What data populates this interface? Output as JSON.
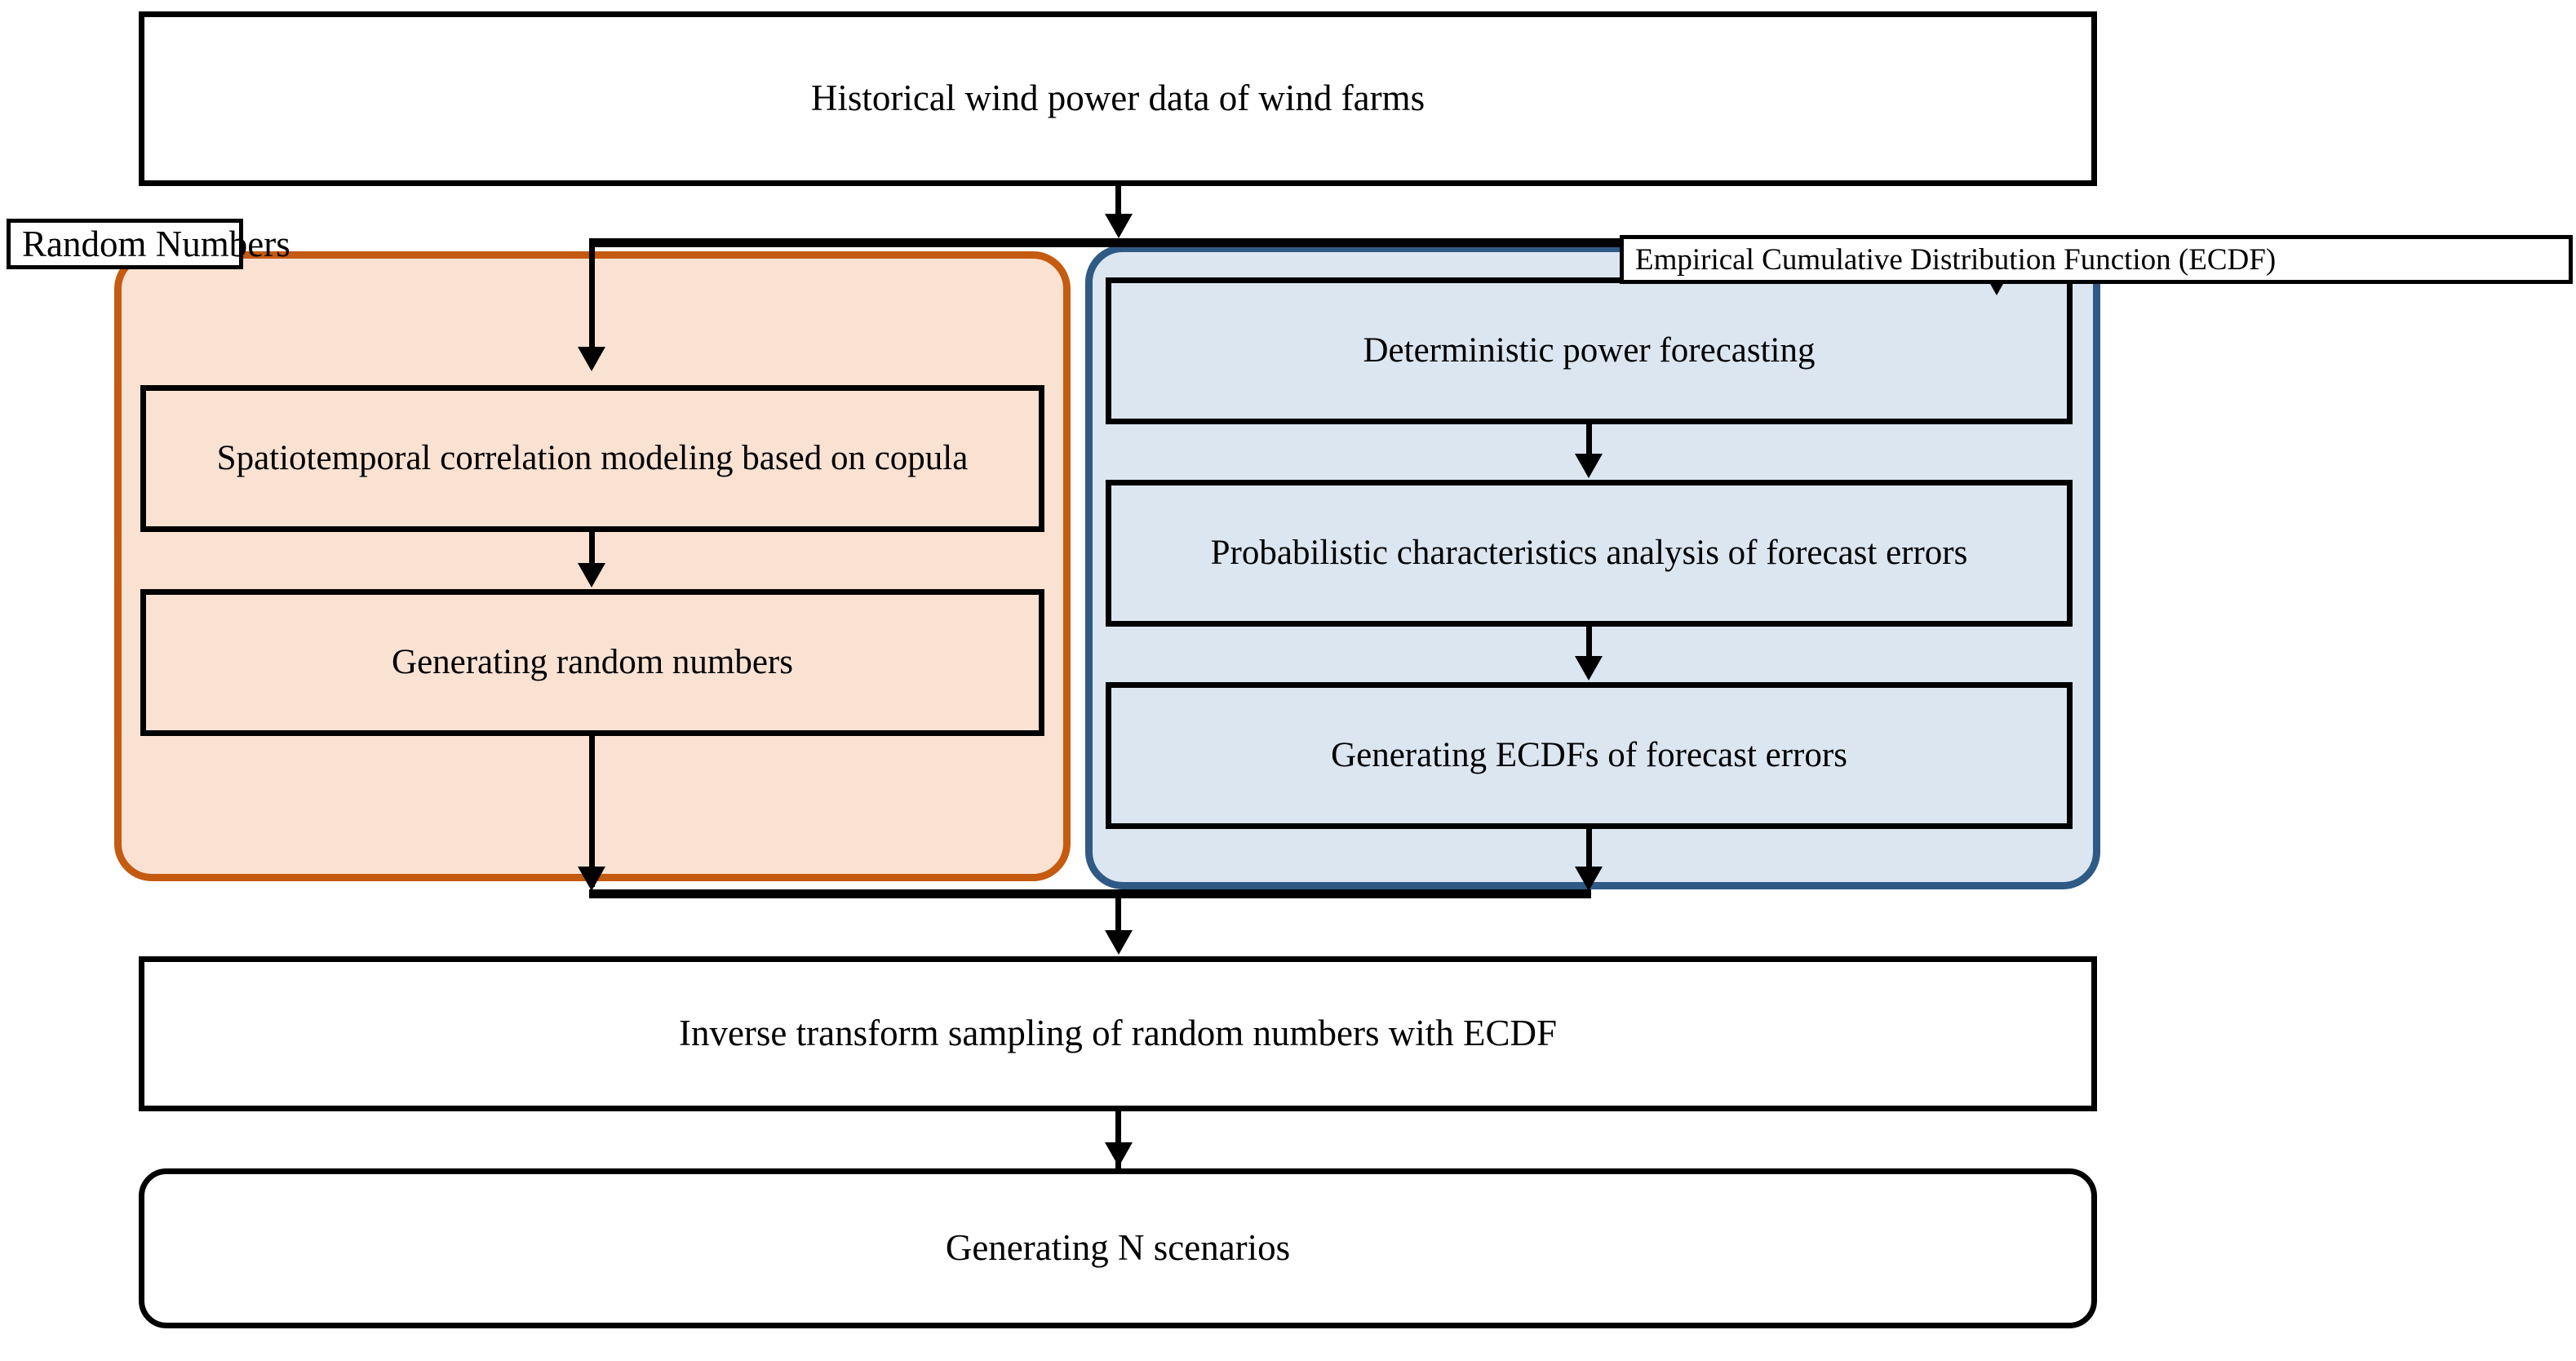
{
  "diagram": {
    "title": "Wind power scenario generation flowchart",
    "colors": {
      "orange_border": "#C55A11",
      "orange_fill": "#FAE2D3",
      "blue_border": "#2E5A85",
      "blue_fill": "#DCE6F1",
      "line": "#000000",
      "box_fill": "#FFFFFF"
    },
    "nodes": {
      "input": "Historical wind power data of wind farms",
      "random_numbers_label": "Random Numbers",
      "ecdf_label": "Empirical Cumulative Distribution Function (ECDF)",
      "copula": "Spatiotemporal correlation modeling based on copula",
      "gen_random": "Generating random numbers",
      "deterministic": "Deterministic power forecasting",
      "prob_characteristics": "Probabilistic characteristics analysis of forecast errors",
      "gen_ecdf": "Generating ECDFs of forecast errors",
      "inverse_transform": "Inverse transform sampling of random numbers with ECDF",
      "output": "Generating N scenarios"
    },
    "edges": [
      {
        "from": "input",
        "to": "split-bar",
        "style": "arrow-down"
      },
      {
        "from": "split-bar",
        "to": "copula",
        "style": "arrow-down-left"
      },
      {
        "from": "split-bar",
        "to": "deterministic",
        "style": "arrow-down-right"
      },
      {
        "from": "copula",
        "to": "gen_random",
        "style": "arrow-down"
      },
      {
        "from": "deterministic",
        "to": "prob_characteristics",
        "style": "arrow-down"
      },
      {
        "from": "prob_characteristics",
        "to": "gen_ecdf",
        "style": "arrow-down"
      },
      {
        "from": "gen_random",
        "to": "merge-bar",
        "style": "arrow-down"
      },
      {
        "from": "gen_ecdf",
        "to": "merge-bar",
        "style": "arrow-down"
      },
      {
        "from": "merge-bar",
        "to": "inverse_transform",
        "style": "arrow-down"
      },
      {
        "from": "inverse_transform",
        "to": "output",
        "style": "arrow-down"
      }
    ]
  }
}
